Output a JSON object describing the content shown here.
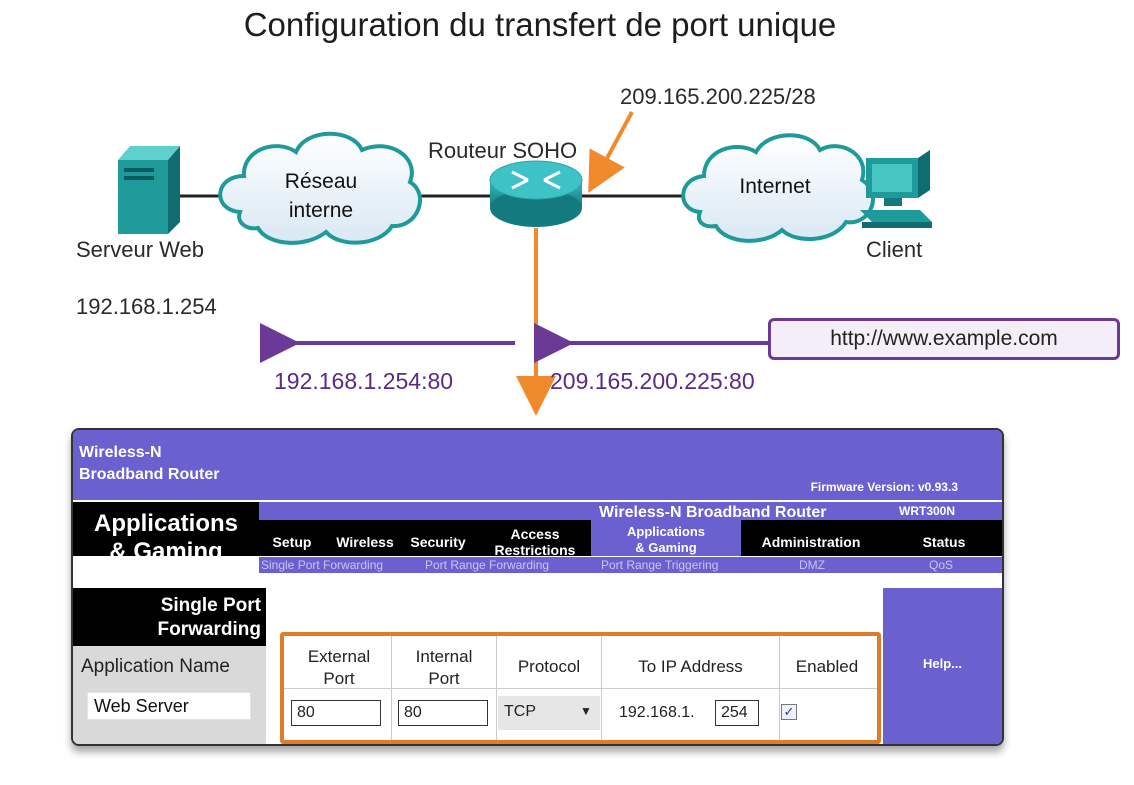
{
  "title": "Configuration du transfert de port unique",
  "topology": {
    "public_ip": "209.165.200.225/28",
    "router_label": "Routeur SOHO",
    "internal_cloud": "Réseau interne",
    "internet_cloud": "Internet",
    "server_label": "Serveur Web",
    "server_ip": "192.168.1.254",
    "client_label": "Client",
    "url": "http://www.example.com",
    "translated_dest": "192.168.1.254:80",
    "public_dest": "209.165.200.225:80"
  },
  "colors": {
    "flow_arrow": "#6b3a96",
    "wan_link": "#f08a2c",
    "panel_accent": "#6a60cf",
    "device": "#1f9a9a"
  },
  "router_ui": {
    "brand_line1": "Wireless-N",
    "brand_line2": "Broadband Router",
    "firmware": "Firmware Version: v0.93.3",
    "section_line1": "Applications",
    "section_line2": "& Gaming",
    "banner": "Wireless-N Broadband Router",
    "model": "WRT300N",
    "nav": {
      "setup": "Setup",
      "wireless": "Wireless",
      "security": "Security",
      "access_1": "Access",
      "access_2": "Restrictions",
      "apps_1": "Applications",
      "apps_2": "& Gaming",
      "administration": "Administration",
      "status": "Status"
    },
    "subnav": {
      "spf": "Single Port Forwarding",
      "prf": "Port Range Forwarding",
      "prt": "Port Range Triggering",
      "dmz": "DMZ",
      "qos": "QoS"
    },
    "sidebar_line1": "Single Port",
    "sidebar_line2": "Forwarding",
    "app_name_header": "Application Name",
    "help": "Help...",
    "headers": {
      "ext_1": "External",
      "ext_2": "Port",
      "int_1": "Internal",
      "int_2": "Port",
      "protocol": "Protocol",
      "to_ip": "To IP Address",
      "enabled": "Enabled"
    },
    "row": {
      "application_name": "Web Server",
      "external_port": "80",
      "internal_port": "80",
      "protocol": "TCP",
      "ip_prefix": "192.168.1.",
      "ip_last": "254",
      "enabled": true
    }
  }
}
